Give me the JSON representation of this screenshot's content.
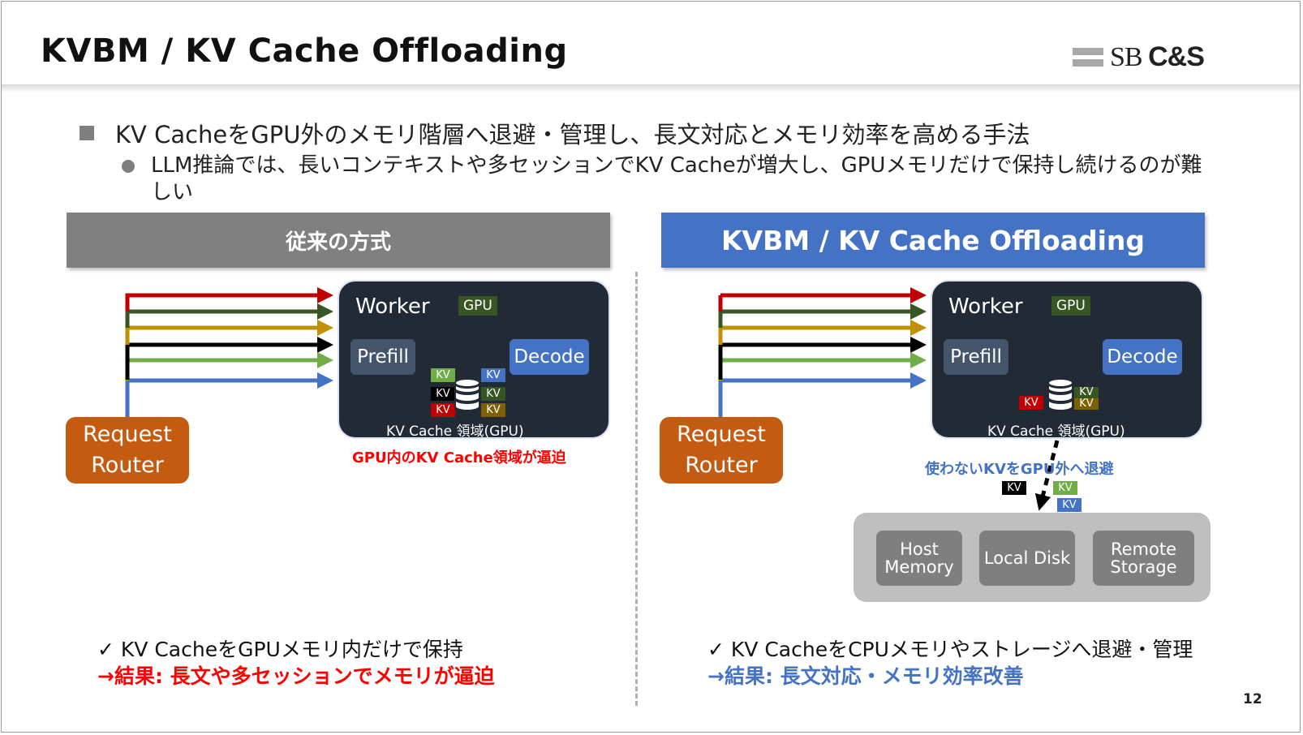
{
  "title": "KVBM / KV Cache Offloading",
  "logo": {
    "sb": "SB",
    "cs": "C&S"
  },
  "bullets": {
    "level1": "KV CacheをGPU外のメモリ階層へ退避・管理し、長文対応とメモリ効率を高める手法",
    "level2": "LLM推論では、長いコンテキストや多セッションでKV Cacheが増大し、GPUメモリだけで保持し続けるのが難しい"
  },
  "left": {
    "header": "従来の方式",
    "router": {
      "line1": "Request",
      "line2": "Router"
    },
    "worker": "Worker",
    "gpu": "GPU",
    "prefill": "Prefill",
    "decode": "Decode",
    "kv": "KV",
    "kv_region": "KV Cache 領域(GPU)",
    "note": "GPU内のKV Cache領域が逼迫",
    "result_check": "✓ KV CacheをGPUメモリ内だけで保持",
    "result_line": "→結果: 長文や多セッションでメモリが逼迫"
  },
  "right": {
    "header": "KVBM / KV Cache Offloading",
    "router": {
      "line1": "Request",
      "line2": "Router"
    },
    "worker": "Worker",
    "gpu": "GPU",
    "prefill": "Prefill",
    "decode": "Decode",
    "kv": "KV",
    "kv_region": "KV Cache 領域(GPU)",
    "note": "使わないKVをGPU外へ退避",
    "storage": [
      {
        "line1": "Host",
        "line2": "Memory"
      },
      {
        "line1": "Local Disk",
        "line2": ""
      },
      {
        "line1": "Remote",
        "line2": "Storage"
      }
    ],
    "result_check": "✓ KV CacheをCPUメモリやストレージへ退避・管理",
    "result_line": "→結果: 長文対応・メモリ効率改善"
  },
  "colors": {
    "header_gray": "#808080",
    "header_blue": "#4472c4",
    "router": "#c55a11",
    "worker_bg": "#222a35",
    "arrows": [
      "#c00000",
      "#375623",
      "#bf9000",
      "#000000",
      "#70ad47",
      "#4472c4"
    ]
  },
  "page_number": "12"
}
